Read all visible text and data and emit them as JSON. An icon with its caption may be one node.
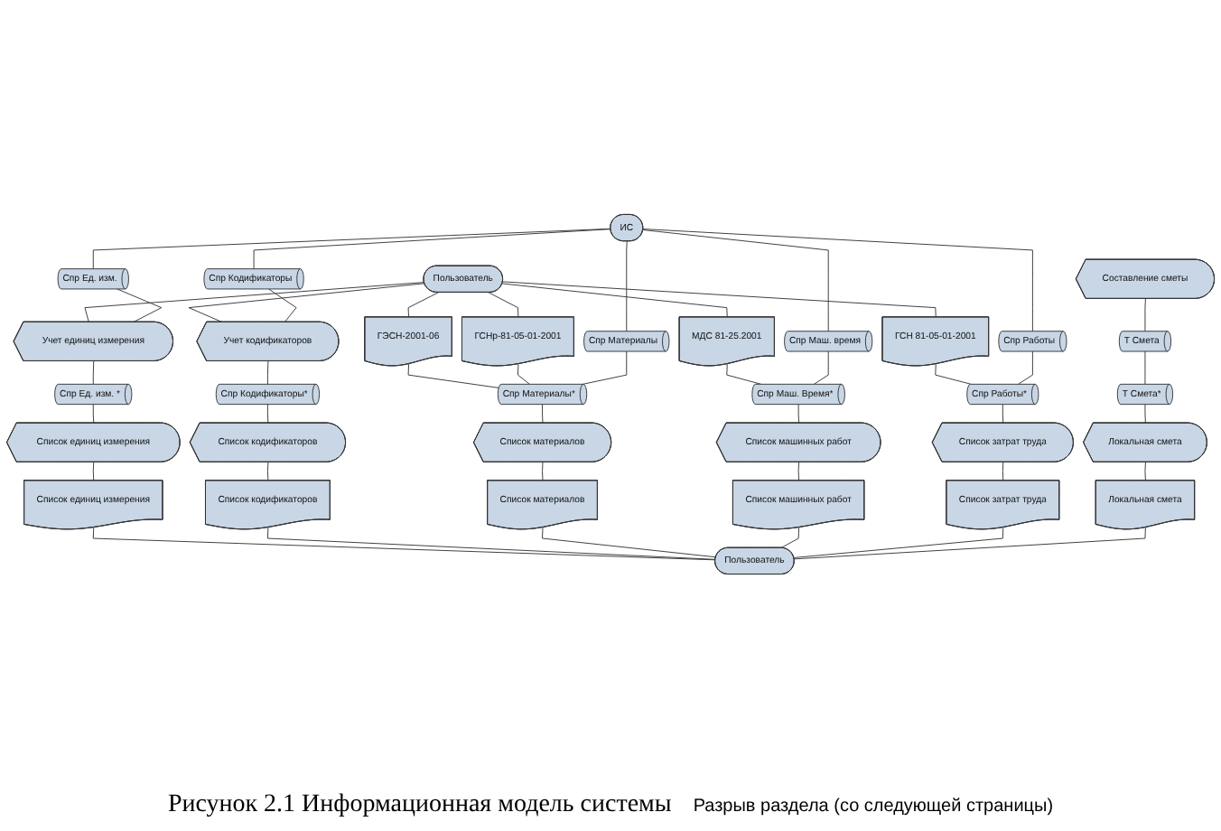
{
  "diagram": {
    "caption": "Рисунок 2.1 Информационная модель системы",
    "nodes": [
      {
        "text": [
          "ИС"
        ]
      },
      {
        "text": [
          "Пользователь"
        ]
      },
      {
        "text": [
          "Спр Ед. изм."
        ]
      },
      {
        "text": [
          "Спр Работы"
        ]
      },
      {
        "text": [
          "Спр Кодификаторы"
        ]
      },
      {
        "text": [
          "Учет единиц измерения"
        ]
      },
      {
        "text": [
          "Учет кодификаторов"
        ]
      },
      {
        "text": [
          "МДС 81-25.2001"
        ]
      },
      {
        "text": [
          "ГСН 81-05-01-2001"
        ]
      },
      {
        "text": [
          "ГЭСН-2001-06"
        ]
      },
      {
        "text": [
          "ГСНр-81-05-01-2001"
        ]
      },
      {
        "text": [
          "Составление сметы"
        ]
      },
      {
        "text": [
          "Спр Материалы"
        ]
      },
      {
        "text": [
          "Спр Маш. время"
        ]
      },
      {
        "text": [
          "Спр Ед. изм. *"
        ]
      },
      {
        "text": [
          "Спр Кодификаторы*"
        ]
      },
      {
        "text": [
          "Спр Маш. Время*"
        ]
      },
      {
        "text": [
          "Т Смета"
        ]
      },
      {
        "text": [
          "Спр Работы*"
        ]
      },
      {
        "text": [
          "Спр Материалы*"
        ]
      },
      {
        "text": [
          "Т Смета*"
        ]
      },
      {
        "text": [
          "Список единиц измерения"
        ]
      },
      {
        "text": [
          "Список кодификаторов"
        ]
      },
      {
        "text": [
          "Список материалов"
        ]
      },
      {
        "text": [
          "Список машинных работ"
        ]
      },
      {
        "text": [
          "Список затрат труда"
        ]
      },
      {
        "text": [
          "Локальная смета"
        ]
      },
      {
        "text": [
          "Список единиц измерения"
        ]
      },
      {
        "text": [
          "Список кодификаторов"
        ]
      },
      {
        "text": [
          "Список материалов"
        ]
      },
      {
        "text": [
          "Список машинных работ"
        ]
      },
      {
        "text": [
          "Список затрат труда"
        ]
      },
      {
        "text": [
          "Локальная смета"
        ]
      },
      {
        "text": [
          "Пользователь"
        ]
      }
    ],
    "edges": [
      {
        "from": 0,
        "to": 2,
        "arrow": "none"
      },
      {
        "from": 0,
        "to": 3,
        "arrow": "none"
      },
      {
        "from": 0,
        "to": 4,
        "arrow": "none"
      },
      {
        "from": 0,
        "to": 12,
        "arrow": "none"
      },
      {
        "from": 0,
        "to": 13,
        "arrow": "none"
      },
      {
        "from": 1,
        "to": 5,
        "arrow": "none"
      },
      {
        "from": 1,
        "to": 6,
        "arrow": "none"
      },
      {
        "from": 1,
        "to": 7,
        "arrow": "none"
      },
      {
        "from": 1,
        "to": 8,
        "arrow": "none"
      },
      {
        "from": 1,
        "to": 9,
        "arrow": "none"
      },
      {
        "from": 1,
        "to": 10,
        "arrow": "none"
      },
      {
        "from": 2,
        "to": 5,
        "arrow": "none"
      },
      {
        "from": 4,
        "to": 6,
        "arrow": "none"
      },
      {
        "from": 5,
        "to": 14,
        "arrow": "none"
      },
      {
        "from": 6,
        "to": 15,
        "arrow": "none"
      },
      {
        "from": 7,
        "to": 16,
        "arrow": "none"
      },
      {
        "from": 8,
        "to": 18,
        "arrow": "none"
      },
      {
        "from": 9,
        "to": 19,
        "arrow": "none"
      },
      {
        "from": 10,
        "to": 19,
        "arrow": "none"
      },
      {
        "from": 13,
        "to": 16,
        "arrow": "none"
      },
      {
        "from": 3,
        "to": 18,
        "arrow": "none"
      },
      {
        "from": 12,
        "to": 19,
        "arrow": "none"
      },
      {
        "from": 11,
        "to": 17,
        "arrow": "none"
      },
      {
        "from": 17,
        "to": 20,
        "arrow": "none"
      },
      {
        "from": 14,
        "to": 21,
        "arrow": "none"
      },
      {
        "from": 15,
        "to": 22,
        "arrow": "none"
      },
      {
        "from": 19,
        "to": 23,
        "arrow": "none"
      },
      {
        "from": 16,
        "to": 24,
        "arrow": "none"
      },
      {
        "from": 18,
        "to": 25,
        "arrow": "none"
      },
      {
        "from": 20,
        "to": 26,
        "arrow": "none"
      },
      {
        "from": 21,
        "to": 27,
        "arrow": "none"
      },
      {
        "from": 22,
        "to": 28,
        "arrow": "none"
      },
      {
        "from": 23,
        "to": 29,
        "arrow": "none"
      },
      {
        "from": 24,
        "to": 30,
        "arrow": "none"
      },
      {
        "from": 25,
        "to": 31,
        "arrow": "none"
      },
      {
        "from": 26,
        "to": 32,
        "arrow": "none"
      },
      {
        "from": 27,
        "to": 33,
        "arrow": "none"
      },
      {
        "from": 28,
        "to": 33,
        "arrow": "none"
      },
      {
        "from": 29,
        "to": 33,
        "arrow": "none"
      },
      {
        "from": 30,
        "to": 33,
        "arrow": "none"
      },
      {
        "from": 31,
        "to": 33,
        "arrow": "none"
      },
      {
        "from": 32,
        "to": 33,
        "arrow": "none"
      }
    ],
    "labels": [
      "Разрыв раздела (со следующей страницы)"
    ]
  }
}
